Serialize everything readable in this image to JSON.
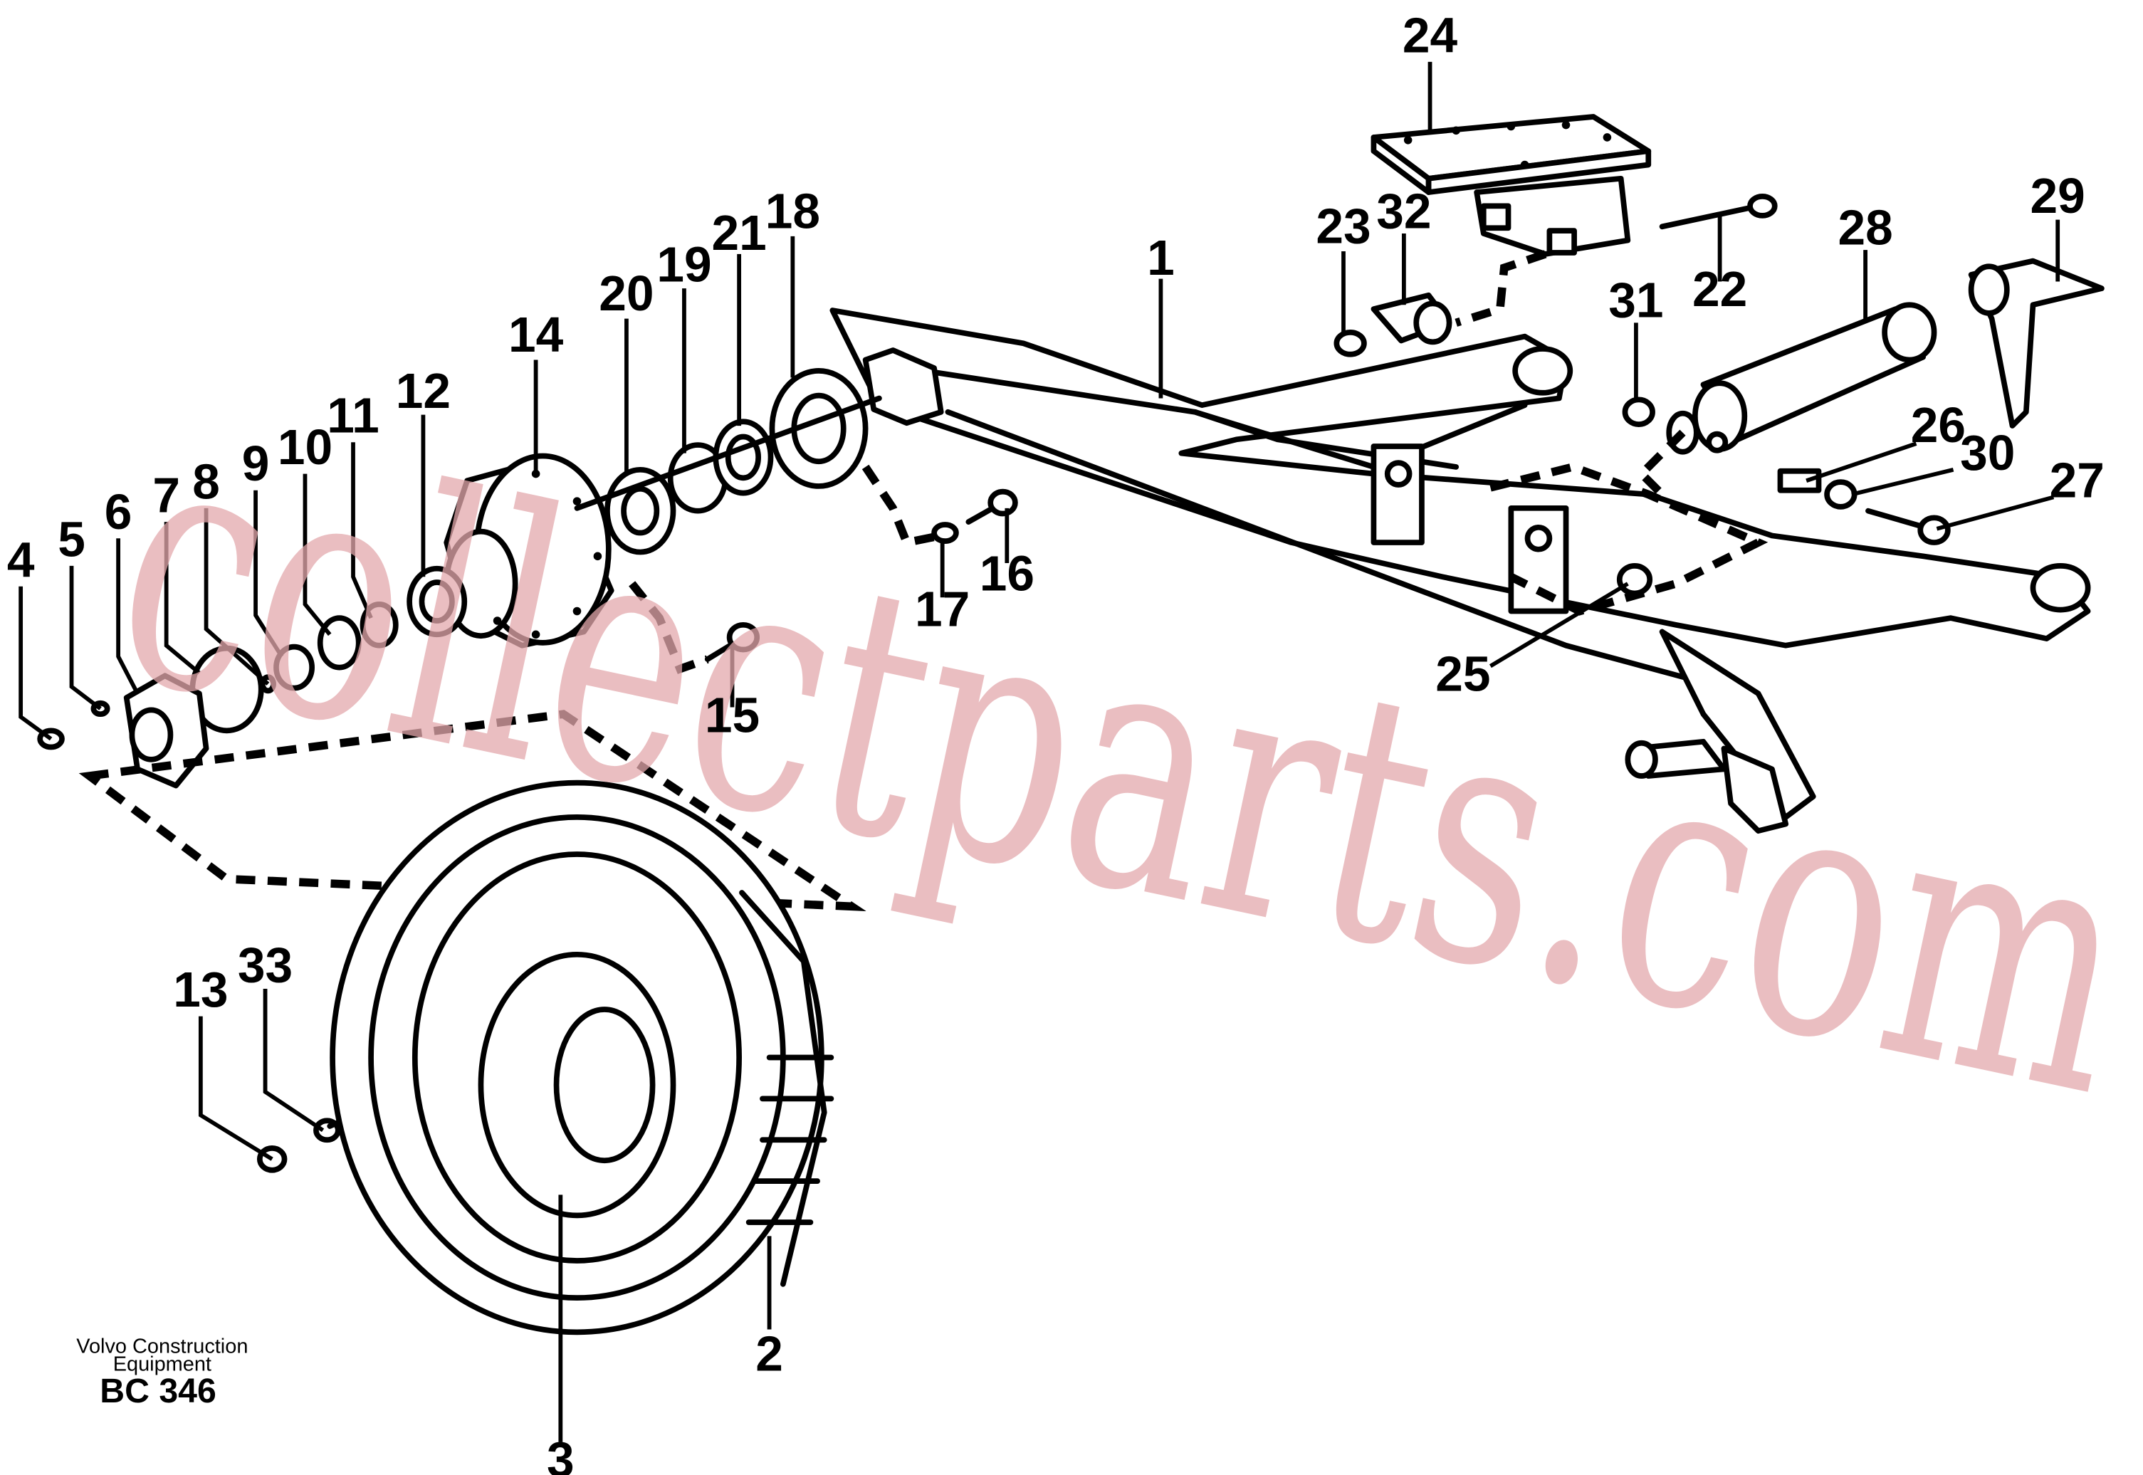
{
  "diagram": {
    "callouts": [
      "1",
      "2",
      "3",
      "4",
      "5",
      "6",
      "7",
      "8",
      "9",
      "10",
      "11",
      "12",
      "13",
      "14",
      "15",
      "16",
      "17",
      "18",
      "19",
      "20",
      "21",
      "22",
      "23",
      "24",
      "25",
      "26",
      "27",
      "28",
      "29",
      "30",
      "31",
      "32",
      "33"
    ],
    "credit": {
      "line1": "Volvo Construction",
      "line2": "Equipment",
      "code": "BC 346"
    },
    "watermark": "collectparts.com",
    "colors": {
      "ink": "#000000",
      "watermark": "#e4a9ad",
      "background": "#ffffff"
    }
  }
}
